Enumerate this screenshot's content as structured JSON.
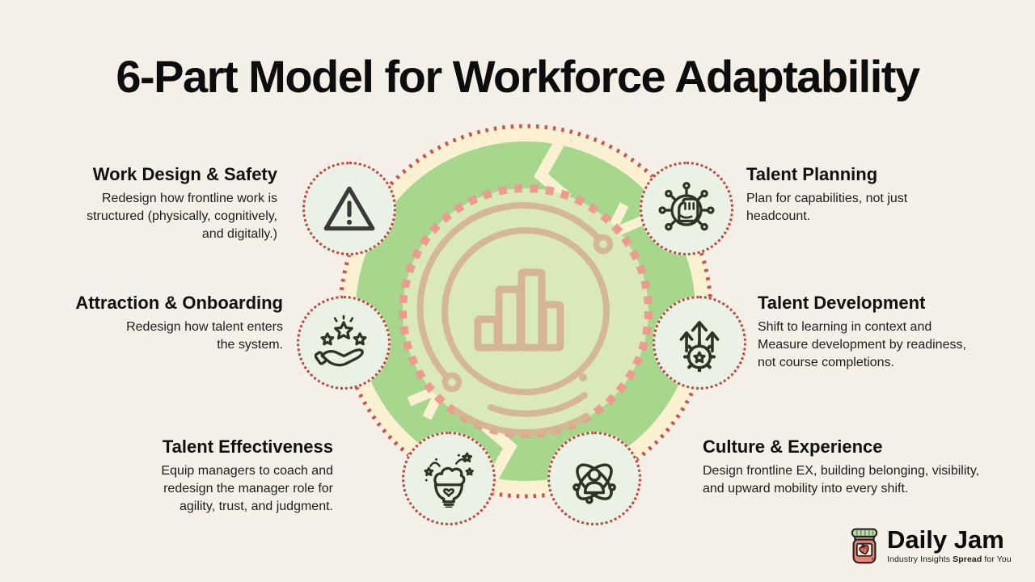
{
  "title": "6-Part Model for Workforce Adaptability",
  "background": "#f4f0e8",
  "sections": {
    "left": [
      {
        "heading": "Work Design & Safety",
        "body": "Redesign how frontline work is structured (physically, cognitively, and digitally.)"
      },
      {
        "heading": "Attraction & Onboarding",
        "body": "Redesign how talent enters the system."
      },
      {
        "heading": "Talent Effectiveness",
        "body": "Equip managers to coach and redesign the manager role for agility, trust, and judgment."
      }
    ],
    "right": [
      {
        "heading": "Talent Planning",
        "body": "Plan for capabilities, not just headcount."
      },
      {
        "heading": "Talent Development",
        "body": "Shift to learning in context and Measure development by readiness, not course completions."
      },
      {
        "heading": "Culture & Experience",
        "body": "Design frontline EX, building belonging, visibility, and upward mobility into every shift."
      }
    ]
  },
  "diagram": {
    "icons": {
      "top_left": "warning-triangle",
      "top_right": "fist-network",
      "mid_left": "hand-with-stars",
      "mid_right": "growth-arrows-gear-star",
      "bottom_left": "brain-lightbulb-sparkles",
      "bottom_right": "atom-person"
    },
    "colors": {
      "outer_ring_fill": "#faf0d2",
      "outer_ring_border": "#cc5349",
      "cycle_green": "#a6d78d",
      "inner_fill": "#d9e9b8",
      "inner_dash_border": "#ee9b8f",
      "deco_tan": "#d6b592",
      "badge_fill": "#e9f2e5",
      "badge_border": "#c4443c"
    }
  },
  "logo": {
    "name": "Daily Jam",
    "tagline_prefix": "Industry Insights ",
    "tagline_bold": "Spread",
    "tagline_suffix": " for You"
  }
}
